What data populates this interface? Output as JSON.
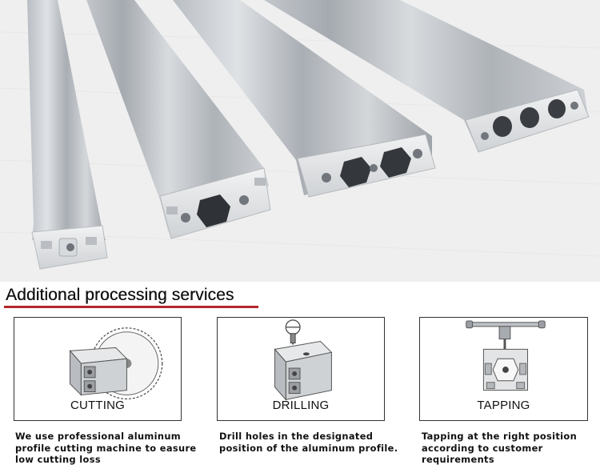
{
  "section": {
    "title": "Additional processing services",
    "underline_color": "#b3262b"
  },
  "hero": {
    "description_icon": "aluminum-profile-photo"
  },
  "services": [
    {
      "label": "CUTTING",
      "icon": "saw-cutting-icon",
      "description_lines": [
        "We use professional aluminum",
        "profile cutting machine to easure",
        "low cutting loss"
      ]
    },
    {
      "label": "DRILLING",
      "icon": "drill-icon",
      "description_lines": [
        "Drill holes in the designated",
        "position of the aluminum profile."
      ]
    },
    {
      "label": "TAPPING",
      "icon": "tap-wrench-icon",
      "description_lines": [
        "Tapping at the right position",
        "according to customer",
        "requirements"
      ]
    }
  ]
}
